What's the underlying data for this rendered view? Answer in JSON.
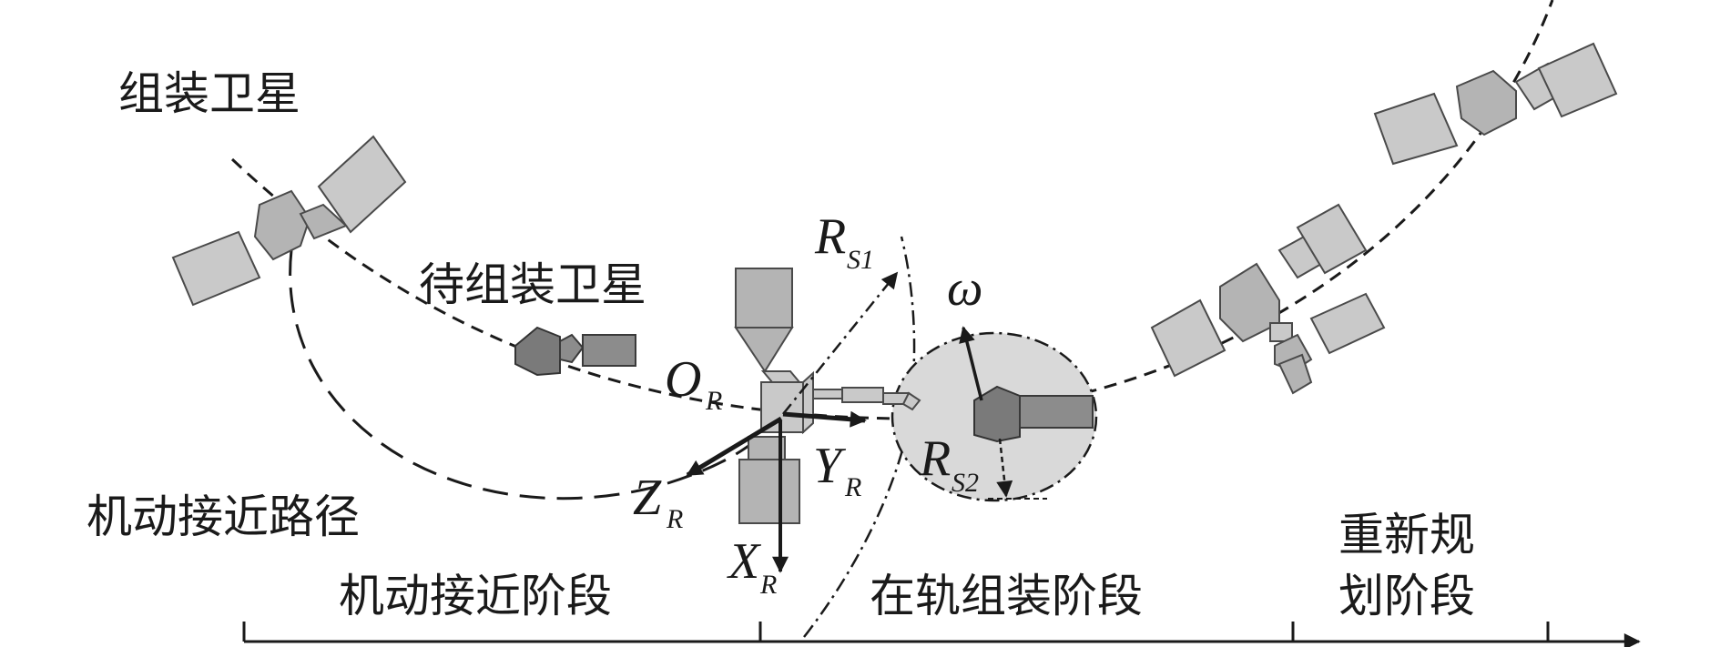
{
  "labels": {
    "assembly_satellite": "组装卫星",
    "satellite_to_assemble": "待组装卫星",
    "maneuver_path": "机动接近路径",
    "omega": "ω"
  },
  "frame": {
    "origin": {
      "main": "O",
      "sub": "R"
    },
    "x_axis": {
      "main": "X",
      "sub": "R"
    },
    "y_axis": {
      "main": "Y",
      "sub": "R"
    },
    "z_axis": {
      "main": "Z",
      "sub": "R"
    },
    "r_s1": {
      "main": "R",
      "sub": "S1"
    },
    "r_s2": {
      "main": "R",
      "sub": "S2"
    }
  },
  "timeline": {
    "stage1": "机动接近阶段",
    "stage2": "在轨组装阶段",
    "stage3_line1": "重新规",
    "stage3_line2": "划阶段"
  },
  "colors": {
    "line": "#1a1a1a",
    "panel_light": "#c9c9c9",
    "module_dark": "#8c8c8c",
    "ellipse_fill": "#d9d9d9"
  }
}
